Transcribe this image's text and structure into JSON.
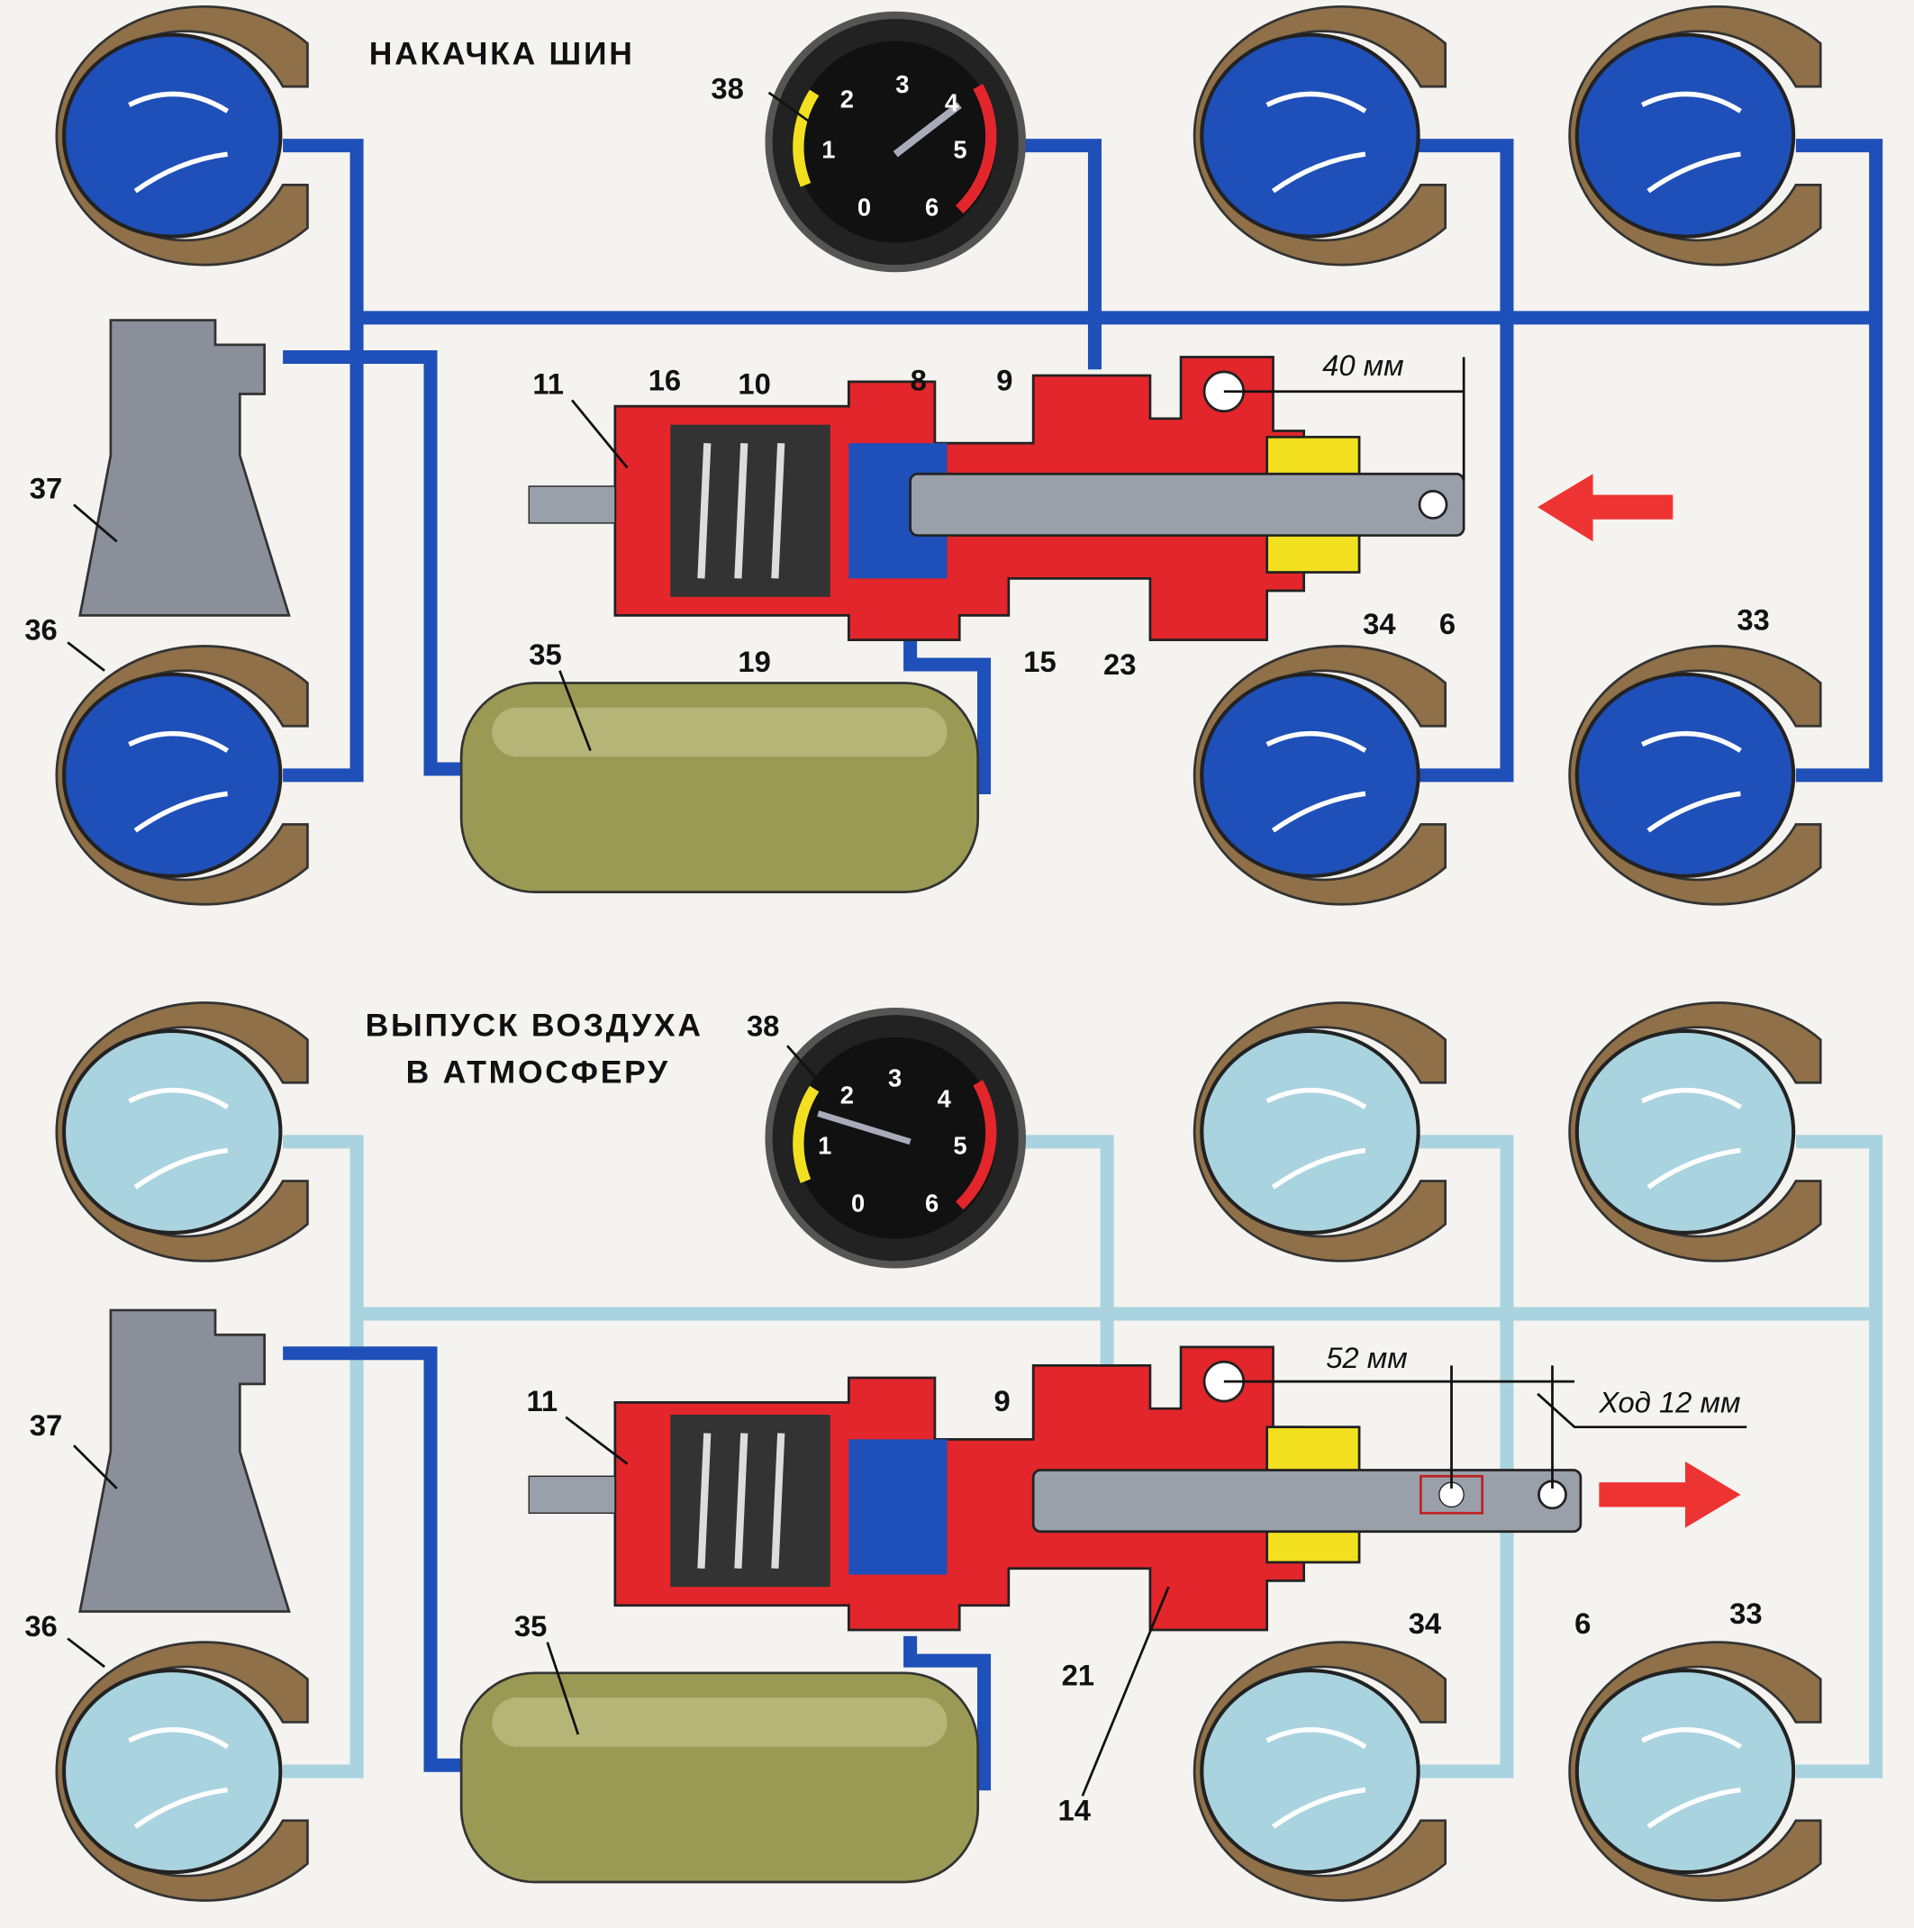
{
  "colors": {
    "pipe_inflate": "#1f4fb8",
    "pipe_deflate": "#a9d3df",
    "tire": "#8f7048",
    "valve_body": "#e2262b",
    "tank": "#9a9a55",
    "compressor": "#8a8f9a",
    "arrow": "#ee3333"
  },
  "gauge_scale": [
    "0",
    "1",
    "2",
    "3",
    "4",
    "5",
    "6"
  ],
  "top": {
    "title": "НАКАЧКА ШИН",
    "labels": {
      "gauge": "38",
      "n11": "11",
      "n16": "16",
      "n10": "10",
      "n8": "8",
      "n9": "9",
      "n37": "37",
      "n36": "36",
      "n35": "35",
      "n19": "19",
      "n15": "15",
      "n23": "23",
      "n34": "34",
      "n6": "6",
      "n33": "33"
    },
    "dimension": "40 мм"
  },
  "bottom": {
    "title_line1": "ВЫПУСК ВОЗДУХА",
    "title_line2": "В АТМОСФЕРУ",
    "labels": {
      "gauge": "38",
      "n11": "11",
      "n9": "9",
      "n37": "37",
      "n36": "36",
      "n35": "35",
      "n21": "21",
      "n14": "14",
      "n34": "34",
      "n6": "6",
      "n33": "33"
    },
    "dimension": "52 мм",
    "stroke": "Ход 12 мм"
  }
}
